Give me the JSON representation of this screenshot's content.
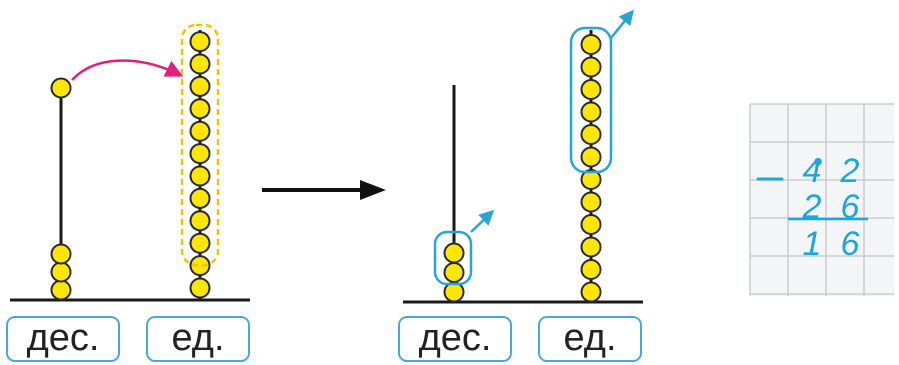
{
  "colors": {
    "bead_fill": "#ffe600",
    "bead_stroke": "#2a2a2a",
    "rod": "#1a1a1a",
    "highlight_yellow": "#f2c200",
    "highlight_blue": "#2aa3d6",
    "move_arrow": "#e0207a",
    "transition_arrow": "#111111",
    "grid_line": "#c9cdd0",
    "grid_bg": "#f4f5f6",
    "handwriting": "#1ea5e0"
  },
  "abacus_before": {
    "tens_label": "дес.",
    "ones_label": "ед.",
    "tens_beads": 4,
    "ones_beads": 12,
    "moved_beads": 1,
    "exchanged_beads": 10
  },
  "abacus_after": {
    "tens_label": "дес.",
    "ones_label": "ед.",
    "tens_beads": 3,
    "ones_beads": 12,
    "removed_tens": 2,
    "removed_ones": 6
  },
  "column_subtraction": {
    "operator": "−",
    "minuend": [
      "4",
      "2"
    ],
    "subtrahend": [
      "2",
      "6"
    ],
    "result": [
      "1",
      "6"
    ],
    "borrow_mark": "•"
  }
}
